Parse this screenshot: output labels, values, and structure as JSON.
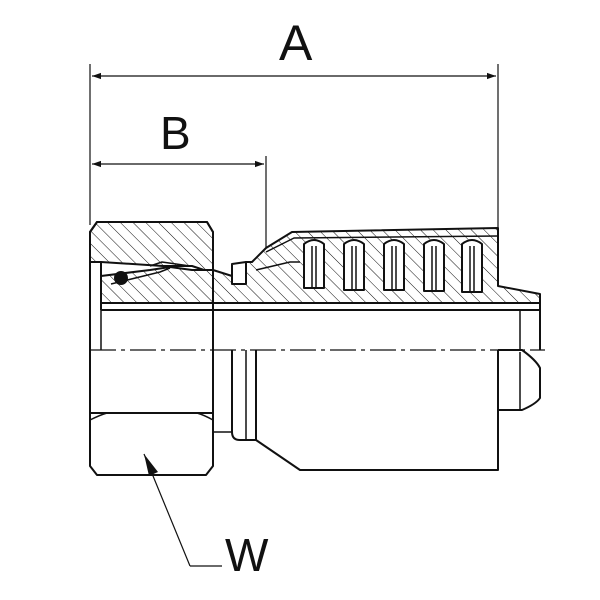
{
  "labels": {
    "a": "A",
    "b": "B",
    "w": "W"
  },
  "colors": {
    "line": "#111111",
    "background": "#ffffff"
  }
}
